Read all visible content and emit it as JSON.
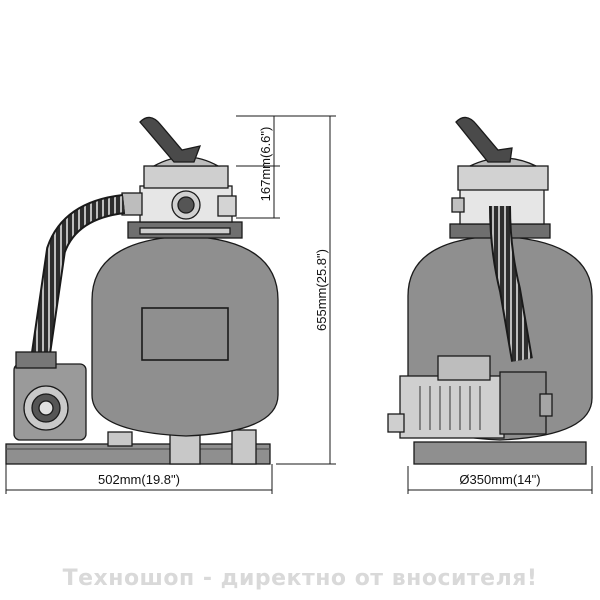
{
  "dimensions": {
    "width_total": "502mm(19.8\")",
    "height_total": "655mm(25.8\")",
    "valve_height": "167mm(6.6\")",
    "diameter": "Ø350mm(14\")"
  },
  "watermark": "Техношоп - директно от вносителя!",
  "colors": {
    "body": "#8f8f8f",
    "dark": "#4a4a4a",
    "line": "#1a1a1a",
    "light": "#d0d0d0",
    "watermark": "#d9d9d9"
  }
}
